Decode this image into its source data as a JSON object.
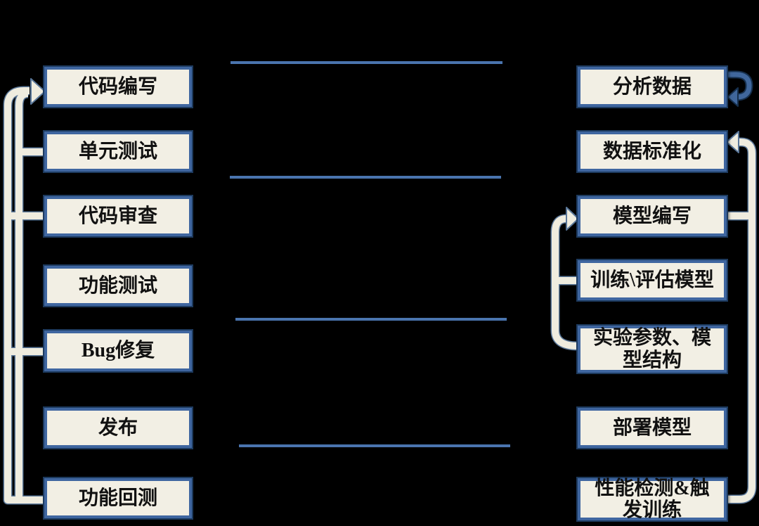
{
  "left_flow": {
    "boxes": [
      {
        "label": "代码编写"
      },
      {
        "label": "单元测试"
      },
      {
        "label": "代码审查"
      },
      {
        "label": "功能测试"
      },
      {
        "label": "Bug修复"
      },
      {
        "label": "发布"
      },
      {
        "label": "功能回测"
      }
    ]
  },
  "right_flow": {
    "boxes": [
      {
        "label": "分析数据"
      },
      {
        "label": "数据标准化"
      },
      {
        "label": "模型编写"
      },
      {
        "label": "训练\\评估模型"
      },
      {
        "label": "实验参数、模型结构"
      },
      {
        "label": "部署模型"
      },
      {
        "label": "性能检测&触发训练"
      }
    ]
  },
  "colors": {
    "background": "#000000",
    "box_fill": "#f2efe4",
    "box_border": "#3f66a0",
    "box_outer_ring": "#1d3a5e",
    "separator_line": "#4a74ae",
    "connector_fill": "#efecdf",
    "connector_outline": "#5a7799",
    "loop_blue": "#40679c",
    "loop_blue_outline": "#16304e",
    "text": "#111111"
  }
}
